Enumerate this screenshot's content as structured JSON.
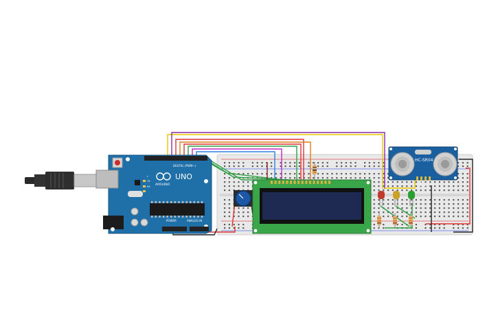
{
  "arduino": {
    "model_label": "UNO",
    "brand_label": "ARDUINO",
    "digital_label": "DIGITAL (PWM~)",
    "power_label": "POWER",
    "analog_label": "ANALOG IN",
    "tx_label": "TX",
    "rx_label": "RX",
    "l_label": "L"
  },
  "sensor": {
    "model_label": "HC-SR04"
  },
  "leds": [
    {
      "name": "red",
      "color": "#c0392b"
    },
    {
      "name": "yellow",
      "color": "#c9a227"
    },
    {
      "name": "green",
      "color": "#27a02f"
    }
  ],
  "colors": {
    "arduino_board": "#1f6fa8",
    "breadboard": "#e9e9e9",
    "lcd_pcb": "#3aa64a",
    "lcd_screen": "#1e2a52",
    "sensor_board": "#1a5fa0"
  }
}
